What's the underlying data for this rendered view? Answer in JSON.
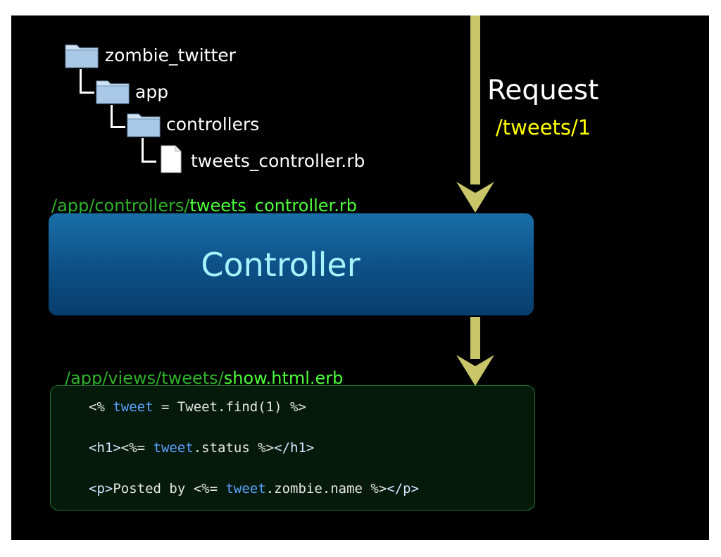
{
  "tree": {
    "root": "zombie_twitter",
    "app": "app",
    "controllers": "controllers",
    "file": "tweets_controller.rb"
  },
  "controller_path": {
    "dir": "/app/controllers/",
    "file": "tweets_controller.rb"
  },
  "controller": {
    "title": "Controller"
  },
  "view_path": {
    "dir": "/app/views/tweets/",
    "file": "show.html.erb"
  },
  "code": {
    "line1": {
      "open": "<% ",
      "var": "tweet",
      "rest": " = Tweet.find(1) %>"
    },
    "line2": {
      "open_tag": "<h1>",
      "erb_open": "<%= ",
      "var": "tweet",
      "rest": ".status %>",
      "close_tag": "</h1>"
    },
    "line3": {
      "open_tag": "<p>",
      "text": "Posted by ",
      "erb_open": "<%= ",
      "var": "tweet",
      "rest": ".zombie.name %>",
      "close_tag": "</p>"
    }
  },
  "request": {
    "title": "Request",
    "path": "/tweets/1"
  },
  "colors": {
    "slide_bg": "#000000",
    "controller_text": "#a7f4ff",
    "path_dir": "#2fb32a",
    "path_file": "#4cff3a",
    "request_path": "#ffff00",
    "arrow": "#c9c66a",
    "code_var": "#5aa2ff"
  },
  "icons": [
    "folder-icon",
    "file-icon",
    "arrow-down-icon"
  ]
}
